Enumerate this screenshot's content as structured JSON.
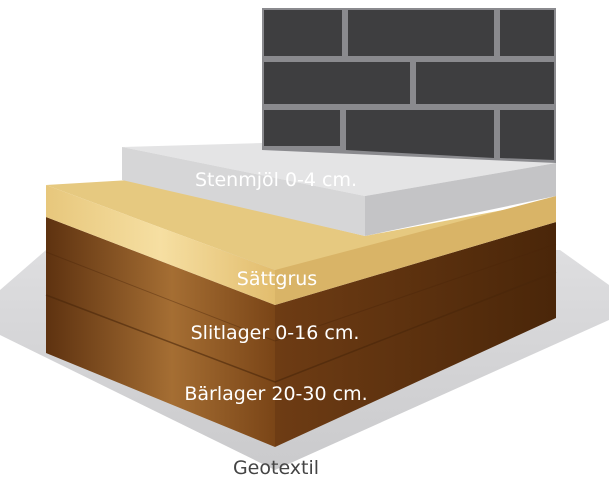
{
  "layers": {
    "stenmjol": {
      "label": "Stenmjöl 0-4 cm."
    },
    "sattgrus": {
      "label": "Sättgrus"
    },
    "slitlager": {
      "label": "Slitlager 0-16 cm."
    },
    "barlager": {
      "label": "Bärlager 20-30 cm."
    },
    "geotextil": {
      "label": "Geotextil"
    }
  },
  "colors": {
    "brick": "#3e3e40",
    "mortar": "#8a8a8e",
    "stone_dust": "#e2e2e3",
    "bedding_sand": "#f0d592",
    "gravel_dark": "#6a3a14",
    "gravel_light": "#b07838",
    "ground": "#d3d3d5"
  }
}
